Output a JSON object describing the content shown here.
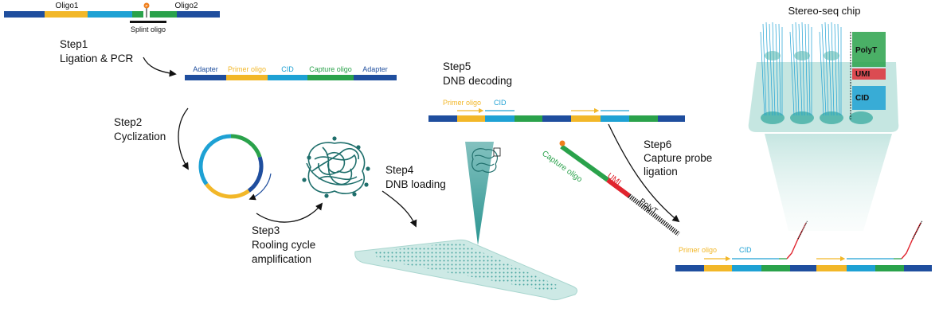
{
  "colors": {
    "navy": "#1f4e9e",
    "yellow": "#f2b728",
    "cyan": "#1ea1d4",
    "green": "#2aa24b",
    "red": "#e0242e",
    "teal": "#1f8f8b",
    "teal_light": "#cde9e5",
    "orange": "#f07f1c",
    "text": "#111111"
  },
  "top": {
    "oligo1": "Oligo1",
    "oligo2": "Oligo2",
    "splint": "Splint oligo",
    "p_mark": "P"
  },
  "step1": {
    "title": "Step1",
    "desc": "Ligation & PCR"
  },
  "step2": {
    "title": "Step2",
    "desc": "Cyclization"
  },
  "step3": {
    "title": "Step3",
    "line1": "Rooling cycle",
    "line2": "amplification"
  },
  "step4": {
    "title": "Step4",
    "desc": "DNB loading"
  },
  "step5": {
    "title": "Step5",
    "desc": "DNB decoding"
  },
  "step6": {
    "title": "Step6",
    "line1": "Capture probe",
    "line2": "ligation"
  },
  "construct_labels": {
    "adapter_left": "Adapter",
    "primer": "Primer oligo",
    "cid": "CID",
    "capture": "Capture oligo",
    "adapter_right": "Adapter"
  },
  "decode_labels": {
    "primer": "Primer oligo",
    "cid": "CID"
  },
  "probe_labels": {
    "capture": "Capture oligo",
    "umi": "UMI",
    "polyt": "PolyT"
  },
  "bottom_labels": {
    "primer": "Primer oligo",
    "cid": "CID"
  },
  "chip": {
    "title": "Stereo-seq chip",
    "polyt": "PolyT",
    "umi": "UMI",
    "cid": "CID"
  }
}
